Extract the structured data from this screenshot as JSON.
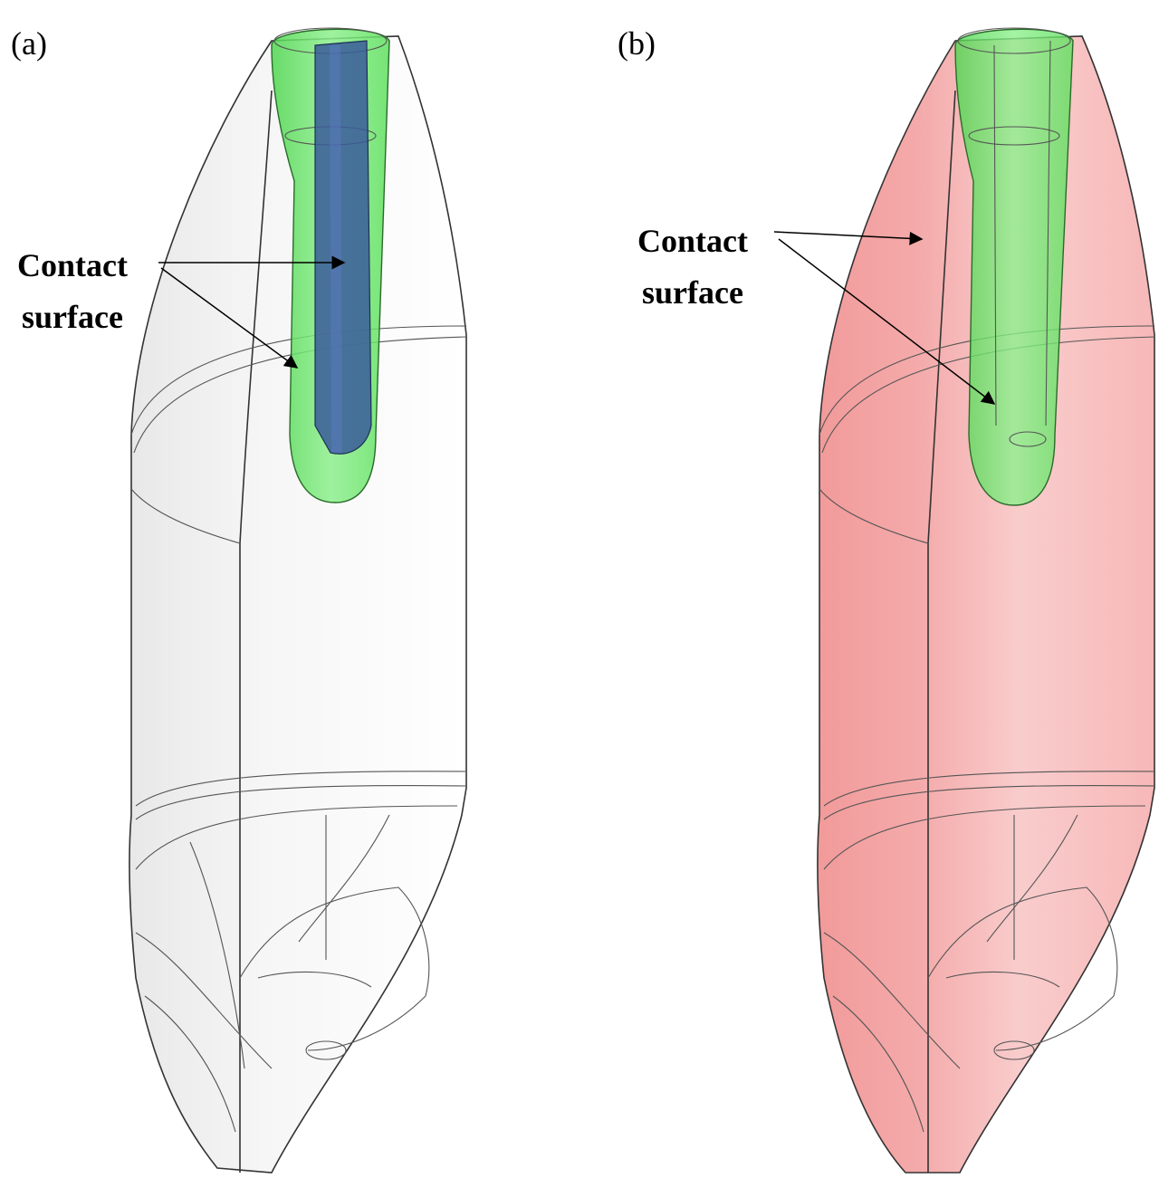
{
  "panels": [
    {
      "label": "(a)",
      "annotation_line1": "Contact",
      "annotation_line2": "surface"
    },
    {
      "label": "(b)",
      "annotation_line1": "Contact",
      "annotation_line2": "surface"
    }
  ],
  "colors": {
    "sleeve_green": "#5de05d",
    "rod_blue": "#3a5a9a",
    "body_pink": "#f5b3b3",
    "line": "#333333"
  }
}
